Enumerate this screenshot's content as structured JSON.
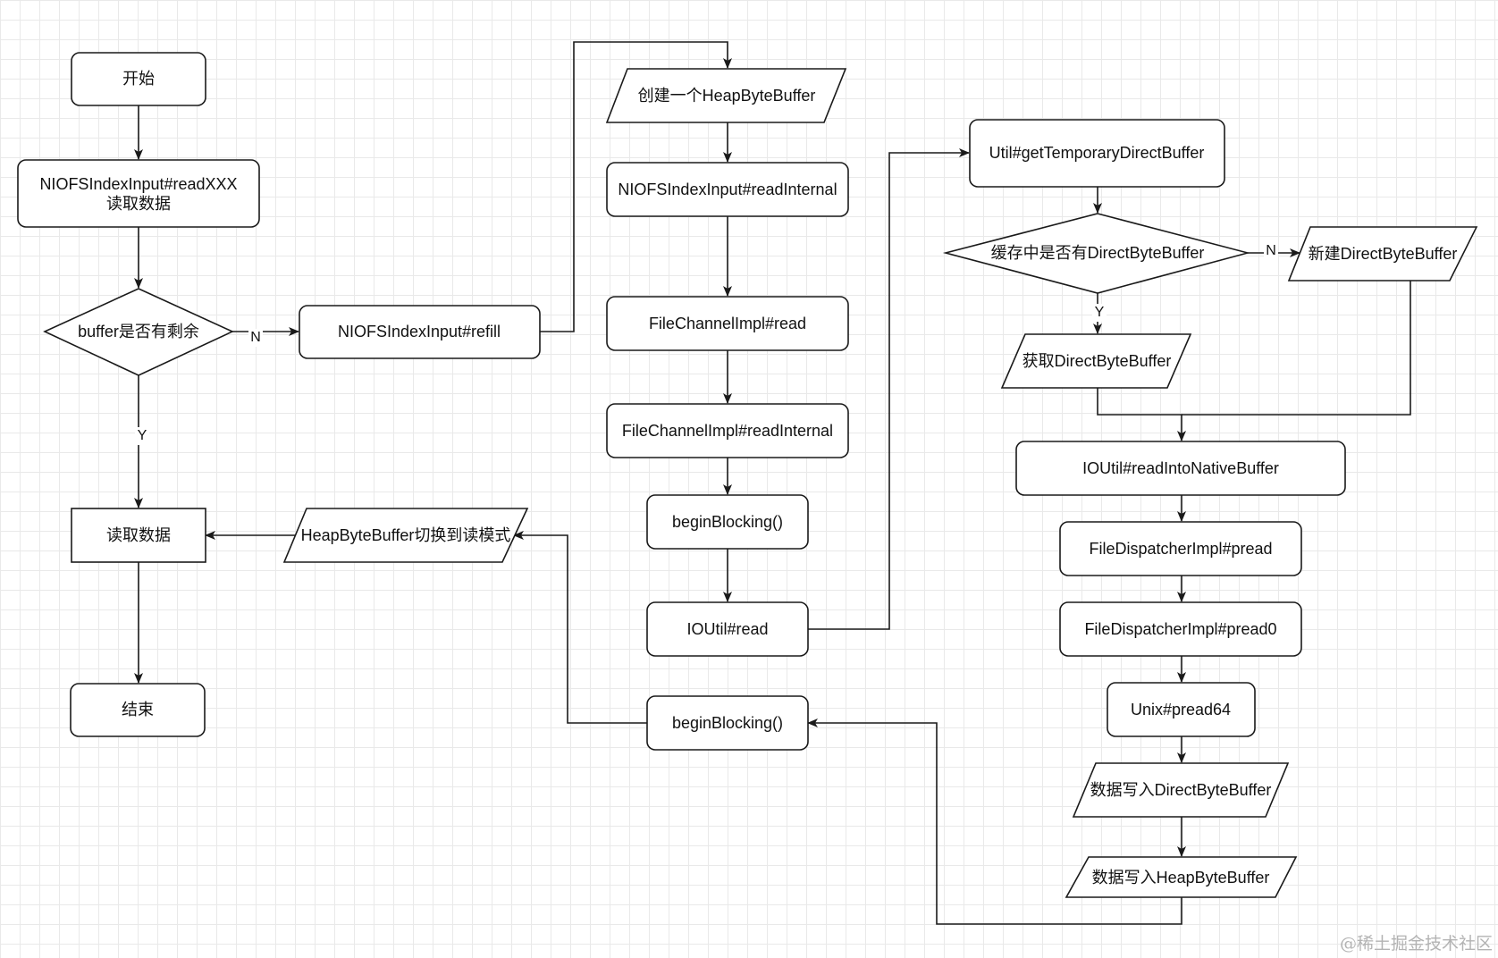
{
  "diagram": {
    "nodes": {
      "start": "开始",
      "read_xxx_line1": "NIOFSIndexInput#readXXX",
      "read_xxx_line2": "读取数据",
      "buffer_check": "buffer是否有剩余",
      "refill": "NIOFSIndexInput#refill",
      "read_data": "读取数据",
      "end": "结束",
      "heap_flip": "HeapByteBuffer切换到读模式",
      "create_heap": "创建一个HeapByteBuffer",
      "read_internal": "NIOFSIndexInput#readInternal",
      "fc_read": "FileChannelImpl#read",
      "fc_read_internal": "FileChannelImpl#readInternal",
      "begin_blocking_1": "beginBlocking()",
      "ioutil_read": "IOUtil#read",
      "begin_blocking_2": "beginBlocking()",
      "get_temp_direct": "Util#getTemporaryDirectBuffer",
      "cache_check": "缓存中是否有DirectByteBuffer",
      "new_direct": "新建DirectByteBuffer",
      "get_direct": "获取DirectByteBuffer",
      "read_into_native": "IOUtil#readIntoNativeBuffer",
      "pread": "FileDispatcherImpl#pread",
      "pread0": "FileDispatcherImpl#pread0",
      "unix_pread64": "Unix#pread64",
      "write_direct": "数据写入DirectByteBuffer",
      "write_heap": "数据写入HeapByteBuffer"
    },
    "edge_labels": {
      "buffer_no": "N",
      "buffer_yes": "Y",
      "cache_no": "N",
      "cache_yes": "Y"
    }
  },
  "watermark": "@稀土掘金技术社区"
}
